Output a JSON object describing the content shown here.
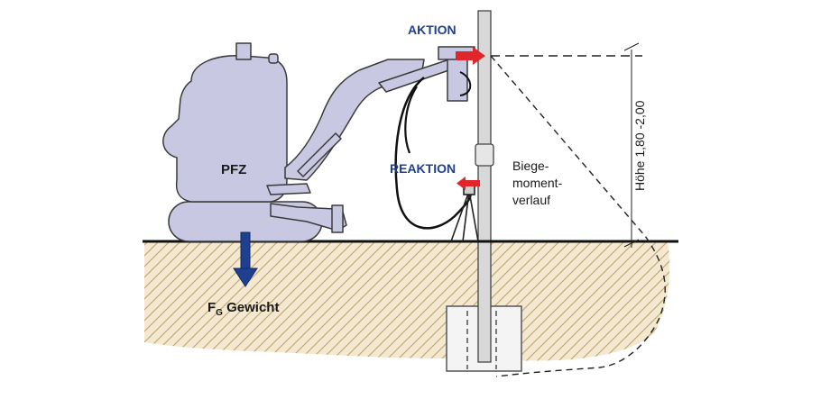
{
  "labels": {
    "action": "AKTION",
    "reaction": "REAKTION",
    "machine": "PFZ",
    "weight_symbol": "F",
    "weight_subscript": "G",
    "weight_text": "Gewicht",
    "moment_line1": "Biege-",
    "moment_line2": "moment-",
    "moment_line3": "verlauf",
    "height": "Höhe 1,80 -2,00"
  },
  "colors": {
    "machine_fill": "#c9c8e2",
    "machine_stroke": "#3a3a3a",
    "soil_fill": "#f1e6cc",
    "soil_hatch": "#c9a96a",
    "action_arrow": "#e0262a",
    "weight_arrow": "#1f3f8f",
    "label_blue": "#1f3f8f",
    "pole": "#d8d8d8"
  }
}
